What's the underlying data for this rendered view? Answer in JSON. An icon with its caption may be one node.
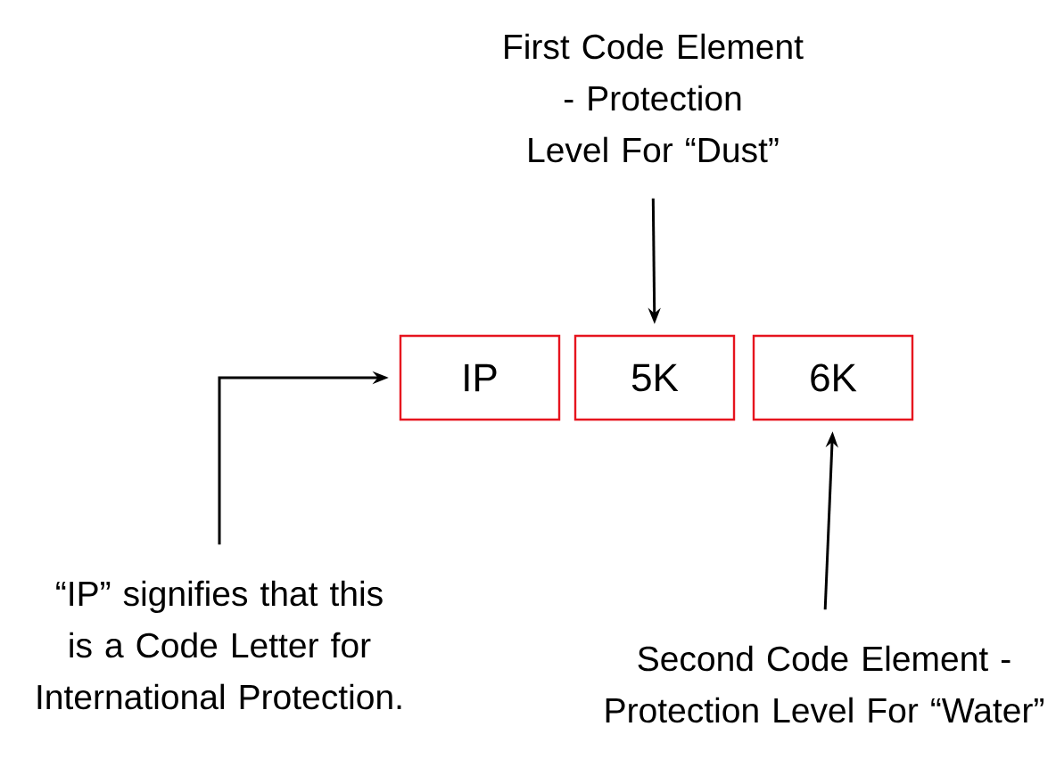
{
  "diagram": {
    "nodes": [
      {
        "text": [
          "IP"
        ]
      },
      {
        "text": [
          "5K"
        ]
      },
      {
        "text": [
          "6K"
        ]
      },
      {
        "text": [
          "First Code Element - Protection Level For “Dust”"
        ]
      },
      {
        "text": [
          "“IP” signifies that this is a Code Letter for International Protection."
        ]
      },
      {
        "text": [
          "Second Code Element - Protection Level For “Water”"
        ]
      }
    ],
    "edges": [
      {
        "from": 3,
        "to": 1,
        "arrow": "to"
      },
      {
        "from": 4,
        "to": 0,
        "arrow": "to"
      },
      {
        "from": 5,
        "to": 2,
        "arrow": "to"
      }
    ]
  }
}
